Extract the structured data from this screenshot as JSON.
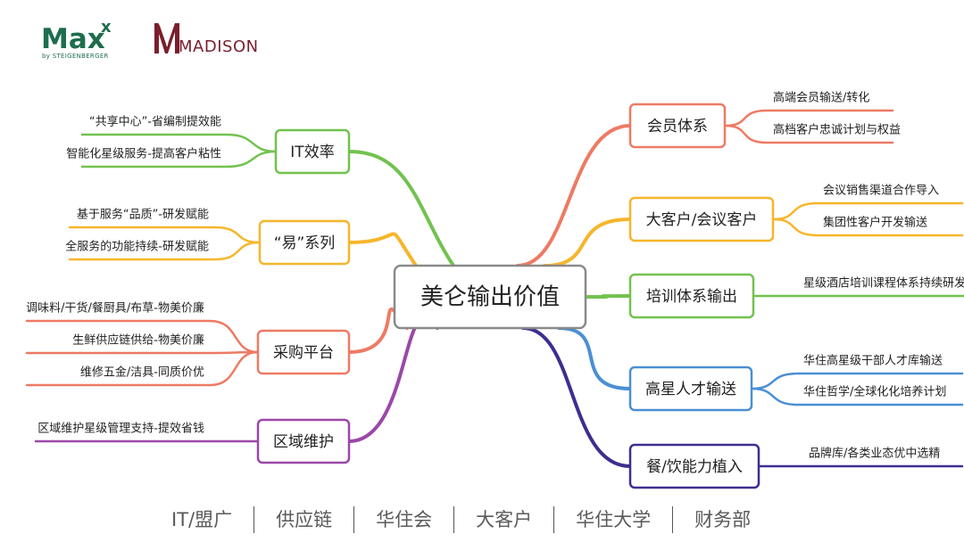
{
  "logos": {
    "maxx": "Max",
    "maxx_superscript": "x",
    "maxx_tagline": "by STEIGENBERGER",
    "madison": "MADISON",
    "madison_monogram": "M"
  },
  "mindmap": {
    "center": "美仑输出价值",
    "right_branches": [
      {
        "label": "会员体系",
        "color": "#ee7a64",
        "leaves": [
          "高端会员输送/转化",
          "高档客户忠诚计划与权益"
        ]
      },
      {
        "label": "大客户/会议客户",
        "color": "#f5b62b",
        "leaves": [
          "会议销售渠道合作导入",
          "集团性客户开发输送"
        ]
      },
      {
        "label": "培训体系输出",
        "color": "#72c24f",
        "leaves": [
          "星级酒店培训课程体系持续研发"
        ]
      },
      {
        "label": "高星人才输送",
        "color": "#4b8fd3",
        "leaves": [
          "华住高星级干部人才库输送",
          "华住哲学/全球化化培养计划"
        ]
      },
      {
        "label": "餐/饮能力植入",
        "color": "#3d2e8f",
        "leaves": [
          "品牌库/各类业态优中选精"
        ]
      }
    ],
    "left_branches": [
      {
        "label": "IT效率",
        "color": "#72c24f",
        "leaves": [
          "“共享中心”-省编制提效能",
          "智能化星级服务-提高客户粘性"
        ]
      },
      {
        "label": "“易”系列",
        "color": "#f5b62b",
        "leaves": [
          "基于服务“品质”-研发赋能",
          "全服务的功能持续-研发赋能"
        ]
      },
      {
        "label": "采购平台",
        "color": "#ee7a64",
        "leaves": [
          "调味料/干货/餐厨具/布草-物美价廉",
          "生鲜供应链供给-物美价廉",
          "维修五金/洁具-同质价优"
        ]
      },
      {
        "label": "区域维护",
        "color": "#9a48a8",
        "leaves": [
          "区域维护星级管理支持-提效省钱"
        ]
      }
    ]
  },
  "footer": [
    "IT/盟广",
    "供应链",
    "华住会",
    "大客户",
    "华住大学",
    "财务部"
  ]
}
